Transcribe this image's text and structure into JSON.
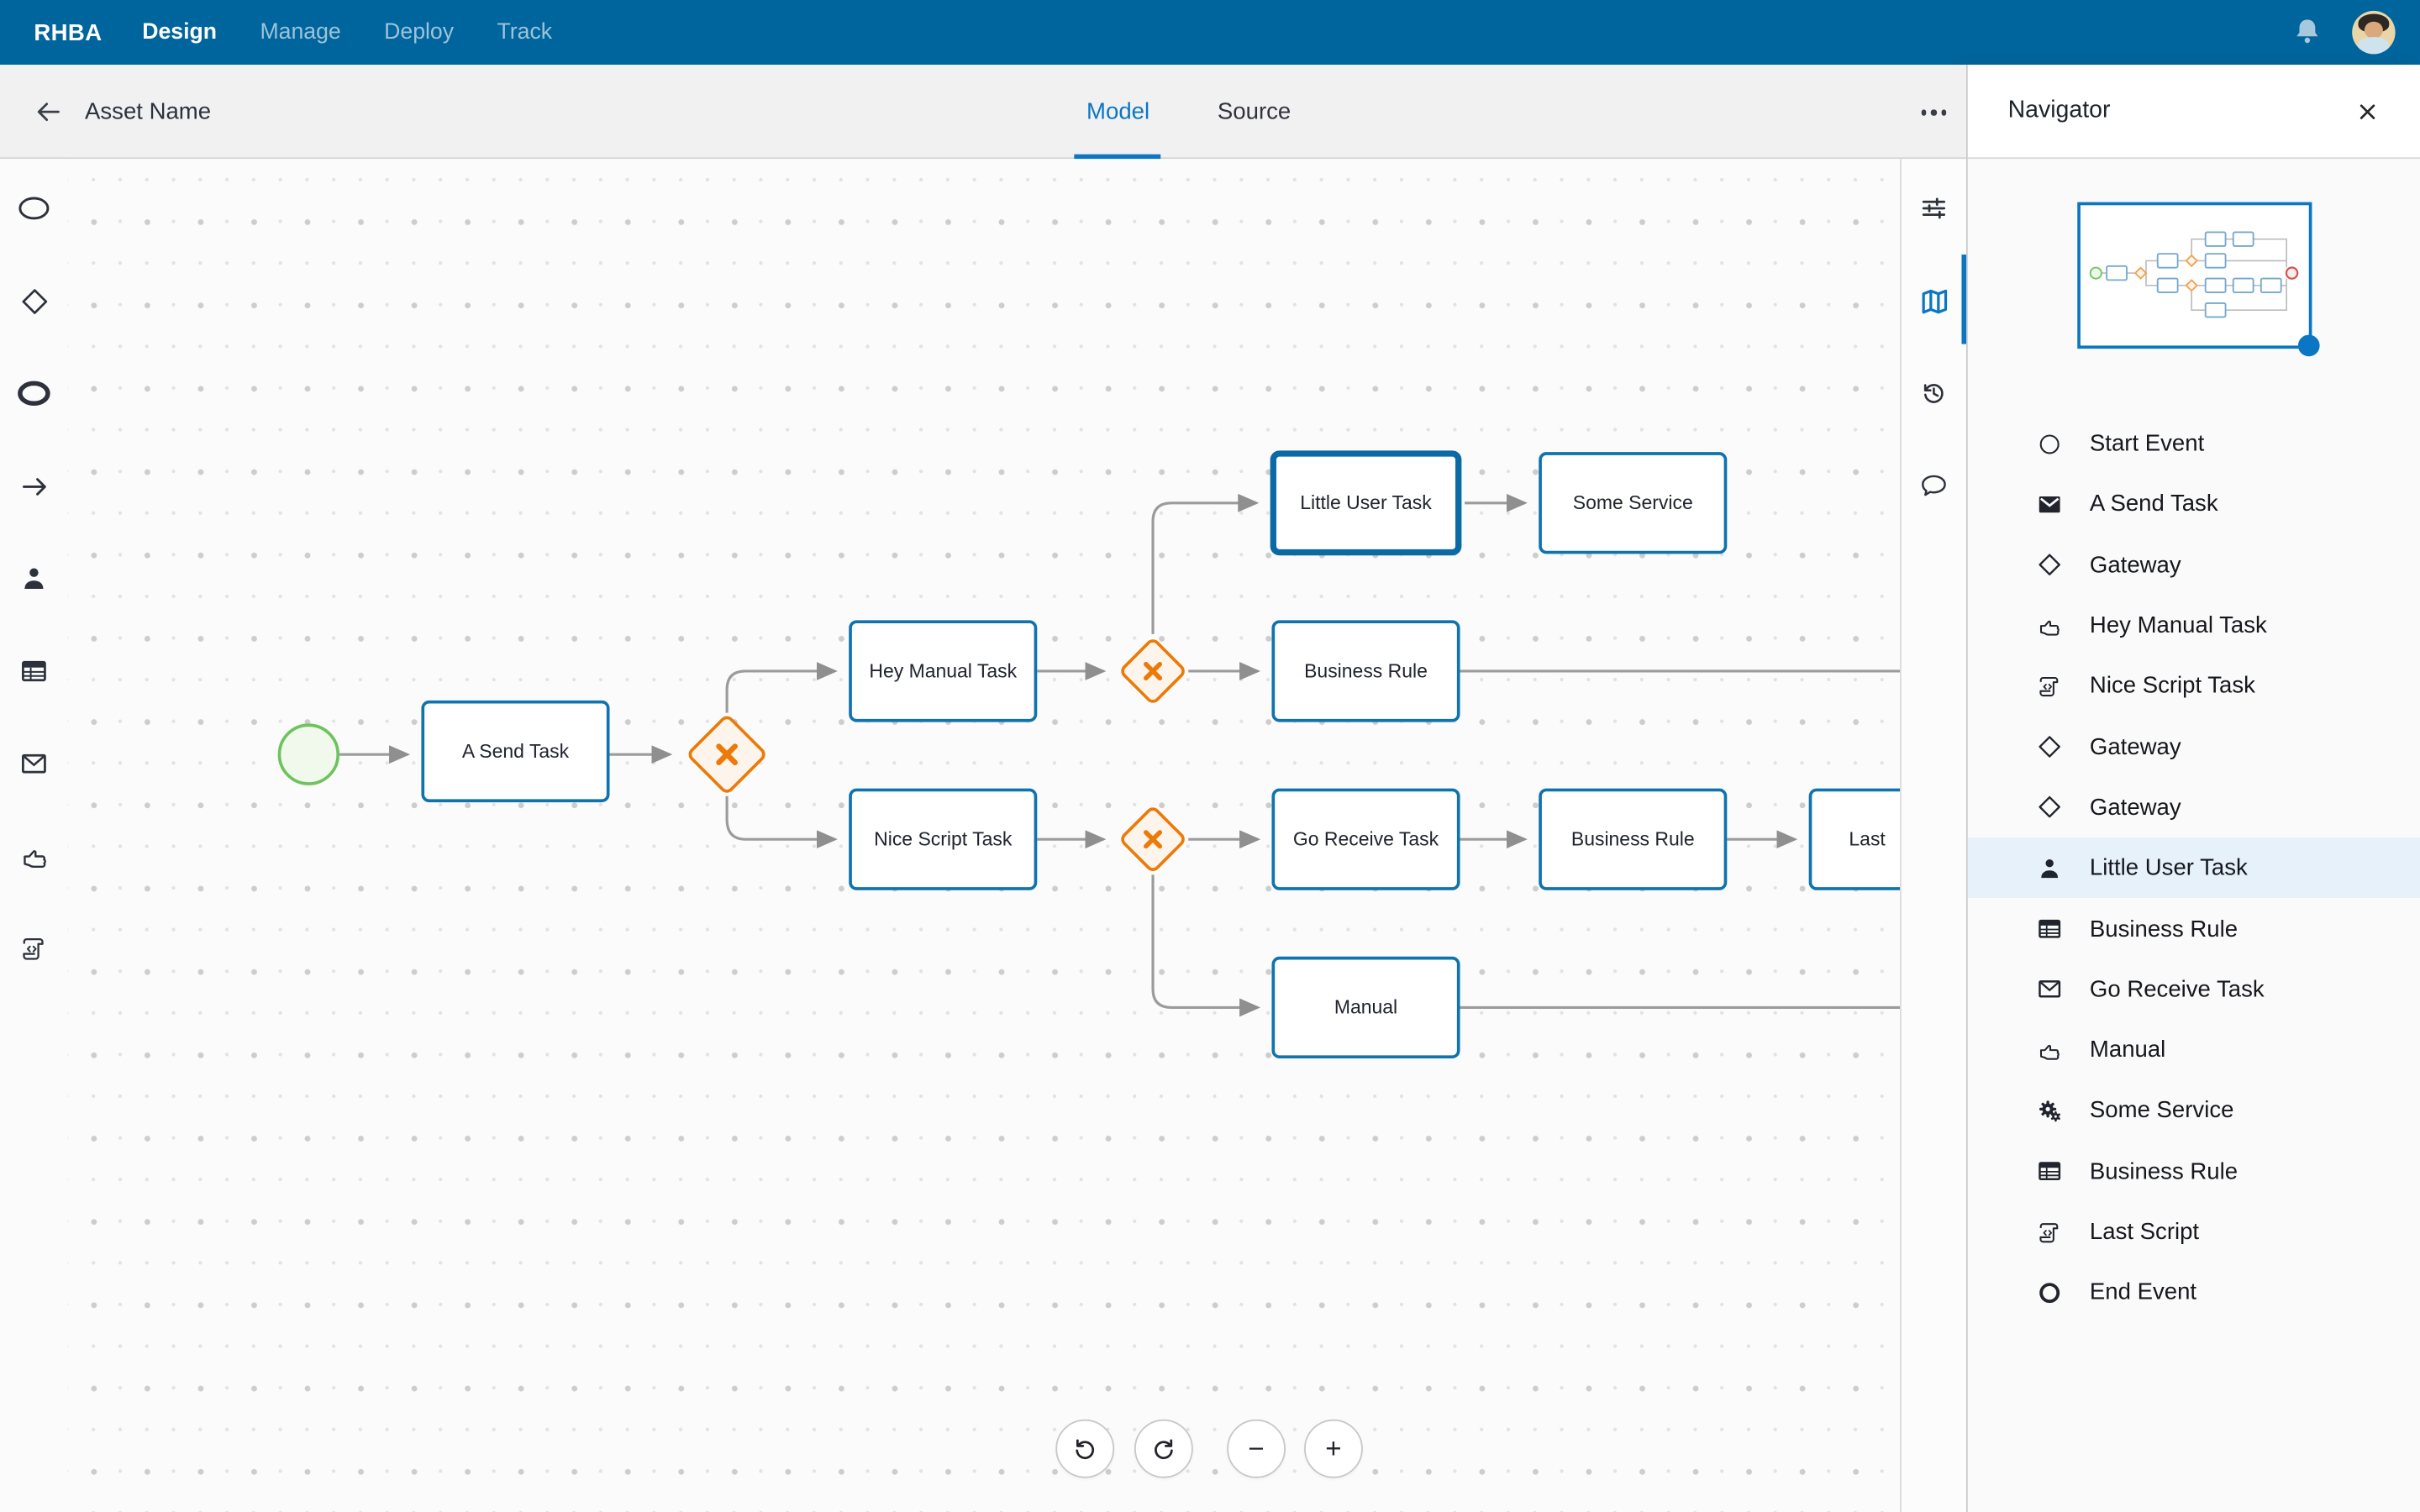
{
  "topnav": {
    "brand": "RHBA",
    "items": [
      {
        "label": "Design",
        "active": true
      },
      {
        "label": "Manage",
        "active": false
      },
      {
        "label": "Deploy",
        "active": false
      },
      {
        "label": "Track",
        "active": false
      }
    ],
    "icons": [
      "bell-icon",
      "avatar"
    ]
  },
  "toolbar": {
    "asset_name": "Asset Name",
    "tabs": [
      {
        "label": "Model",
        "active": true
      },
      {
        "label": "Source",
        "active": false
      }
    ],
    "kebab_icon": "ellipsis"
  },
  "palette": {
    "items": [
      {
        "icon": "start-event-ellipse-icon"
      },
      {
        "icon": "gateway-diamond-icon"
      },
      {
        "icon": "end-event-ellipse-icon"
      },
      {
        "icon": "sequence-flow-arrow-icon"
      },
      {
        "icon": "user-task-icon"
      },
      {
        "icon": "business-rule-task-icon"
      },
      {
        "icon": "message-task-icon"
      },
      {
        "icon": "manual-task-icon"
      },
      {
        "icon": "script-task-icon"
      }
    ]
  },
  "canvas": {
    "nodes": [
      {
        "type": "start-event"
      },
      {
        "type": "send-task",
        "label": "A Send Task"
      },
      {
        "type": "exclusive-gateway"
      },
      {
        "type": "manual-task",
        "label": "Hey Manual Task"
      },
      {
        "type": "script-task",
        "label": "Nice Script Task"
      },
      {
        "type": "exclusive-gateway"
      },
      {
        "type": "exclusive-gateway"
      },
      {
        "type": "user-task",
        "label": "Little User Task",
        "selected": true
      },
      {
        "type": "service-task",
        "label": "Some Service"
      },
      {
        "type": "business-rule-task",
        "label": "Business Rule"
      },
      {
        "type": "receive-task",
        "label": "Go Receive Task"
      },
      {
        "type": "business-rule-task",
        "label": "Business Rule"
      },
      {
        "type": "script-task",
        "label": "Last",
        "clipped": true
      },
      {
        "type": "manual-task",
        "label": "Manual"
      }
    ],
    "controls": {
      "undo": "undo",
      "redo": "redo",
      "zoom_out": "−",
      "zoom_in": "+"
    }
  },
  "side_toolbar": {
    "items": [
      {
        "icon": "sliders-icon",
        "active": false
      },
      {
        "icon": "map-icon",
        "active": true
      },
      {
        "icon": "history-icon",
        "active": false
      },
      {
        "icon": "comment-icon",
        "active": false
      }
    ]
  },
  "navigator": {
    "title": "Navigator",
    "close_icon": "close",
    "items": [
      {
        "icon": "circle-outline-icon",
        "label": "Start Event",
        "selected": false
      },
      {
        "icon": "envelope-filled-icon",
        "label": "A Send Task",
        "selected": false
      },
      {
        "icon": "diamond-icon",
        "label": "Gateway",
        "selected": false
      },
      {
        "icon": "hand-icon",
        "label": "Hey Manual Task",
        "selected": false
      },
      {
        "icon": "script-icon",
        "label": "Nice Script Task",
        "selected": false
      },
      {
        "icon": "diamond-icon",
        "label": "Gateway",
        "selected": false
      },
      {
        "icon": "diamond-icon",
        "label": "Gateway",
        "selected": false
      },
      {
        "icon": "user-icon",
        "label": "Little User Task",
        "selected": true
      },
      {
        "icon": "table-icon",
        "label": "Business Rule",
        "selected": false
      },
      {
        "icon": "envelope-outline-icon",
        "label": "Go Receive Task",
        "selected": false
      },
      {
        "icon": "hand-icon",
        "label": "Manual",
        "selected": false
      },
      {
        "icon": "gears-icon",
        "label": "Some Service",
        "selected": false
      },
      {
        "icon": "table-icon",
        "label": "Business Rule",
        "selected": false
      },
      {
        "icon": "script-icon",
        "label": "Last Script",
        "selected": false
      },
      {
        "icon": "circle-bold-icon",
        "label": "End Event",
        "selected": false
      }
    ]
  },
  "colors": {
    "nav_blue": "#00659c",
    "accent_blue": "#0a76c4",
    "node_border_blue": "#0f73ae",
    "gateway_orange": "#ec7a08",
    "start_green": "#6fc35f",
    "selection_bg": "#e7f1fa"
  }
}
